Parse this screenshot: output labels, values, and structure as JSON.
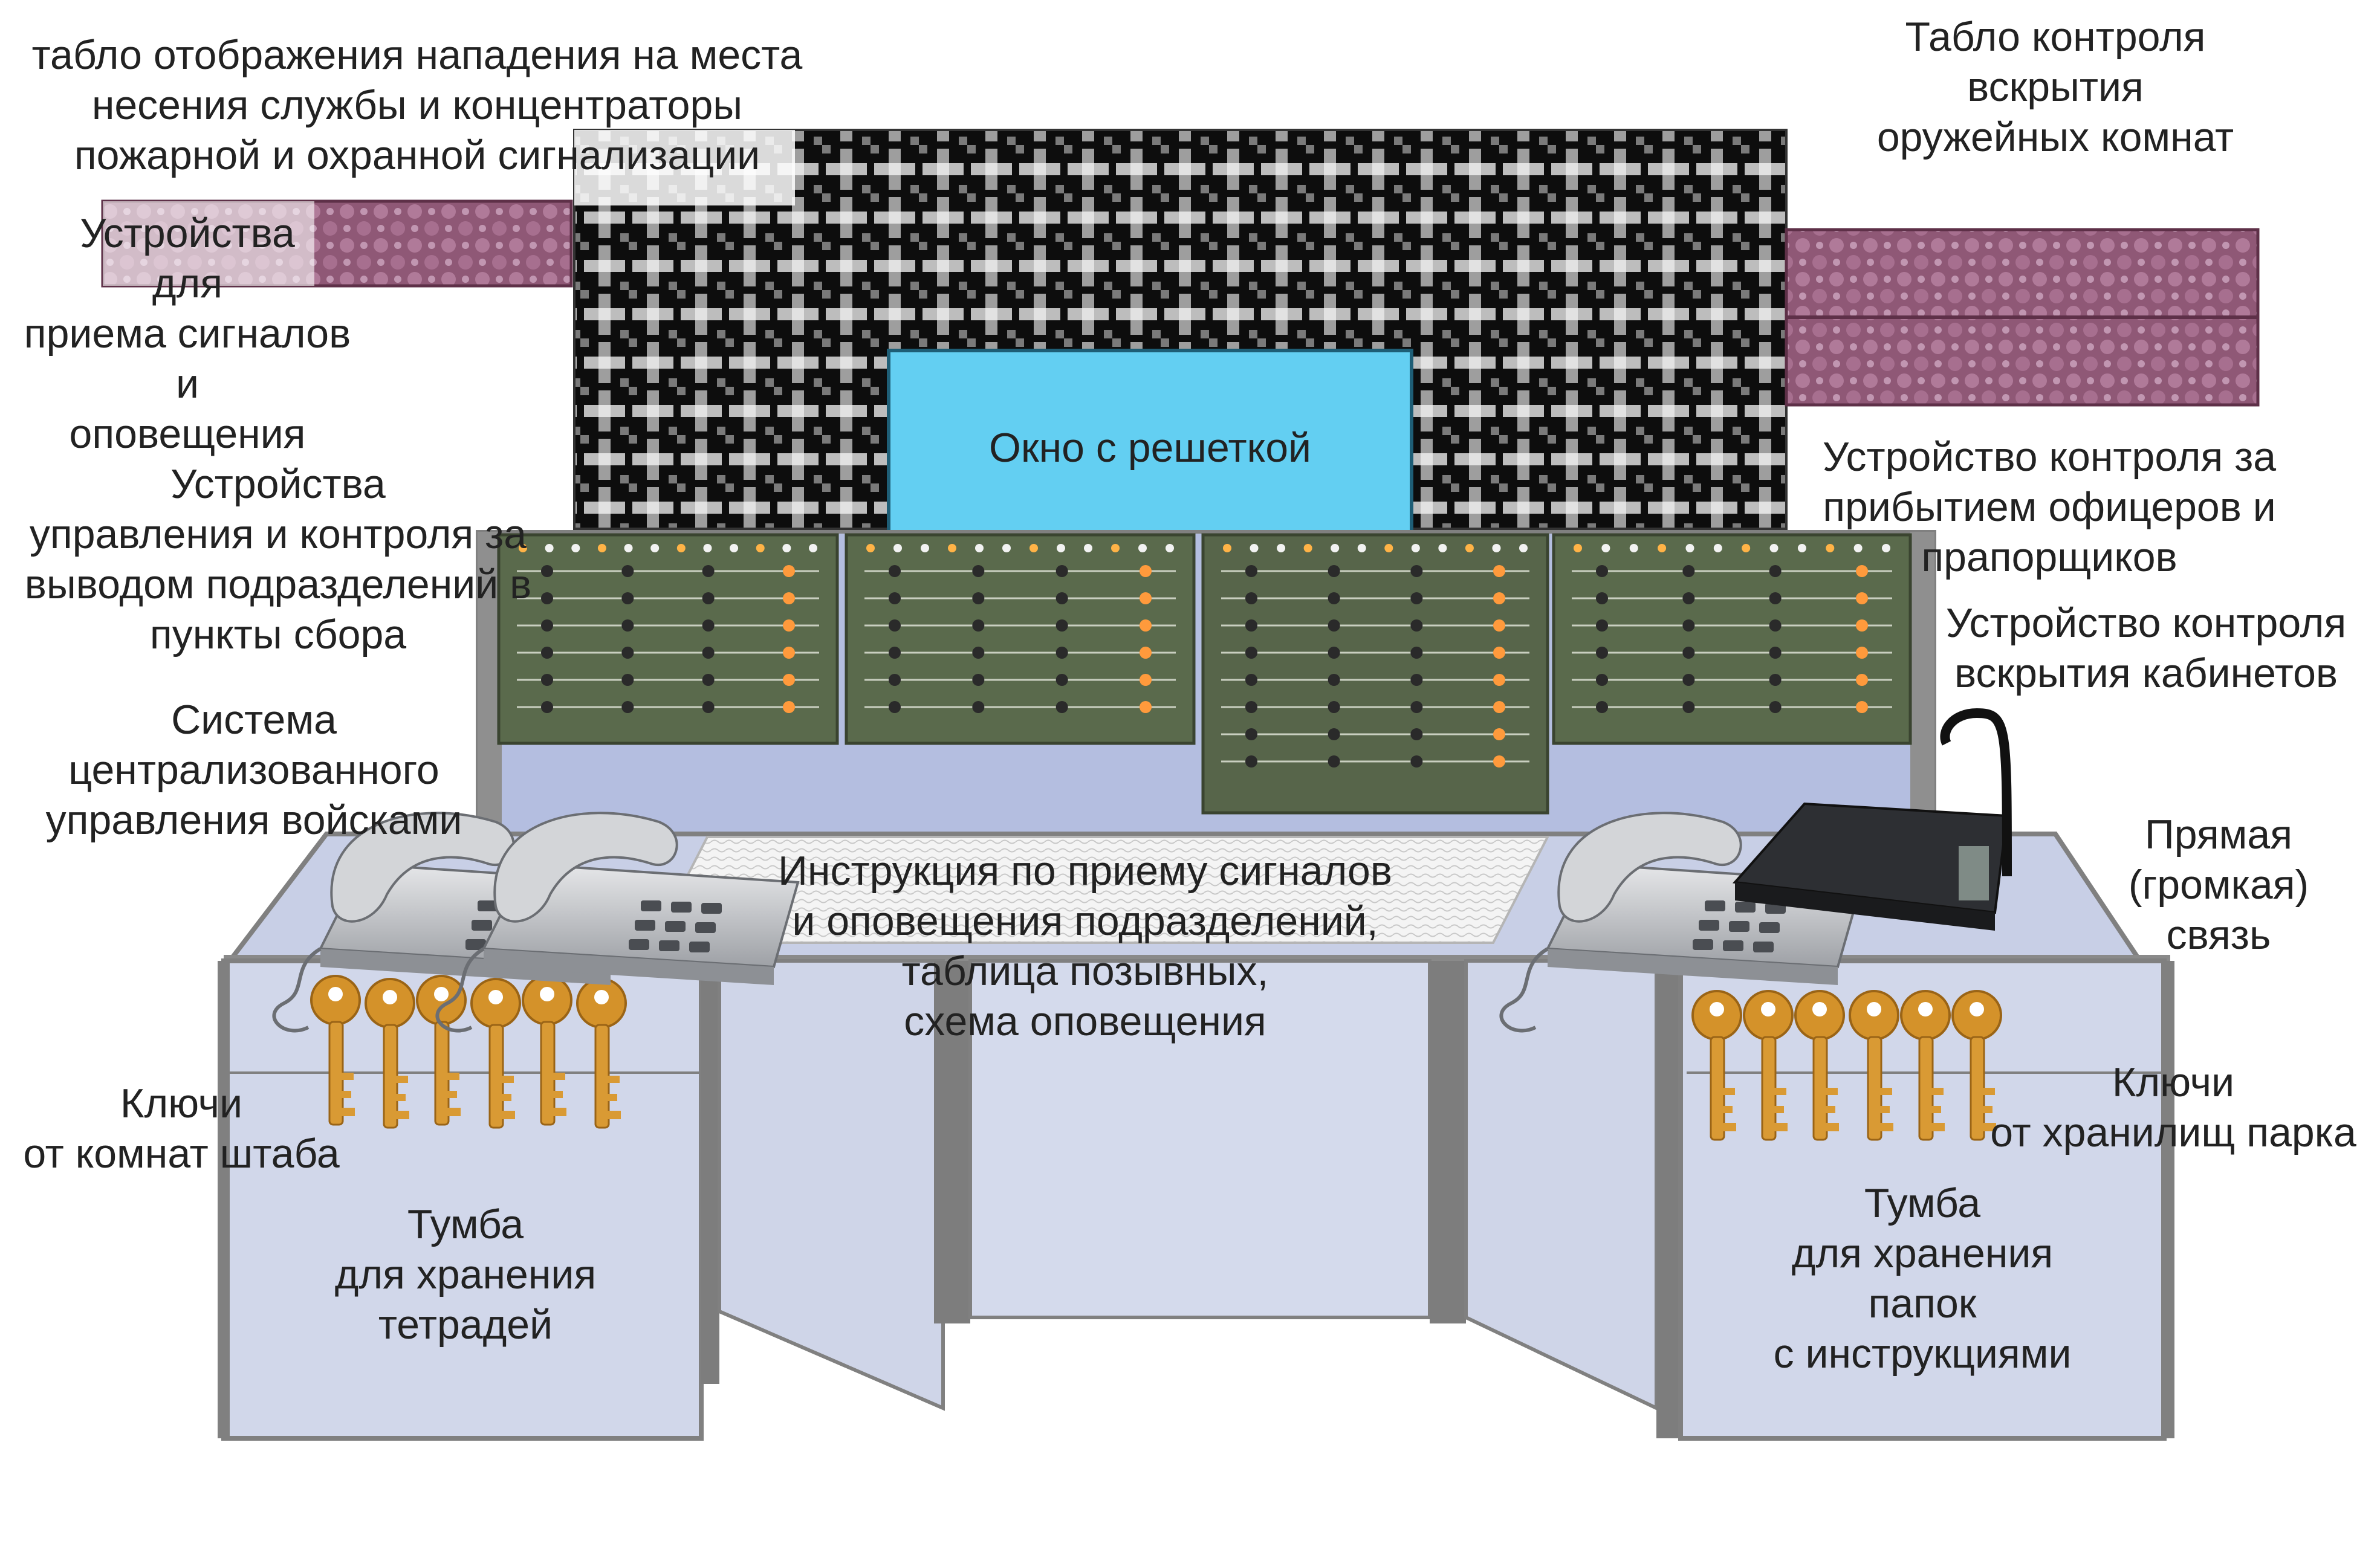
{
  "labels": {
    "top_left_board": "табло отображения нападения на места\nнесения службы и концентраторы\nпожарной и охранной сигнализации",
    "top_right_board": "Табло контроля\nвскрытия\nоружейных комнат",
    "signal_devices": "Устройства\nдля\nприема сигналов\nи\nоповещения",
    "unit_control": "Устройства\nуправления и контроля за\nвыводом подразделений в\nпункты  сбора",
    "central_command": "Система\nцентрализованного\nуправления войсками",
    "window": "Окно с решеткой",
    "officer_arrival": "Устройство контроля за\nприбытием  офицеров  и\nпрапорщиков",
    "cabinet_opening": "Устройство контроля\nвскрытия кабинетов",
    "direct_link": "Прямая\n(громкая)\nсвязь",
    "instructions": "Инструкция по приему сигналов\nи оповещения подразделений,\nтаблица позывных,\nсхема оповещения",
    "keys_hq": "Ключи\nот комнат штаба",
    "keys_park": "Ключи\nот хранилищ парка",
    "cabinet_notebooks": "Тумба\nдля хранения\nтетрадей",
    "cabinet_folders": "Тумба\nдля хранения\nпапок\nс инструкциями"
  },
  "colors": {
    "grille_dark": "#111111",
    "grille_wire": "#bdbdbd",
    "window_blue": "#63cff2",
    "panel_green": "#5a6a4c",
    "desk_light": "#d1d7ea",
    "desk_back": "#b4bee0",
    "desk_frame": "#808080",
    "rose_board": "#9a5f7d",
    "key_gold": "#d4922a",
    "phone_grey": "#c8cacd"
  },
  "icons": [
    "telephone-icon",
    "key-icon",
    "intercom-icon",
    "microphone-icon"
  ]
}
